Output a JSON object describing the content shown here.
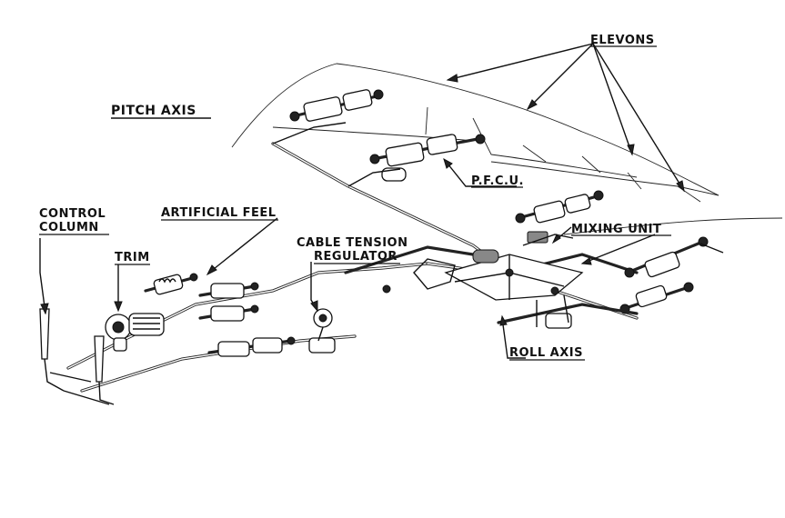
{
  "labels": {
    "elevons": "ELEVONS",
    "pitch_axis": "PITCH AXIS",
    "pfcu": "P.F.C.U.",
    "mixing_unit": "MIXING UNIT",
    "control_column_1": "CONTROL",
    "control_column_2": "COLUMN",
    "artificial_feel": "ARTIFICIAL FEEL",
    "trim": "TRIM",
    "cable_tension_1": "CABLE TENSION",
    "cable_tension_2": "REGULATOR",
    "roll_axis": "ROLL AXIS"
  }
}
